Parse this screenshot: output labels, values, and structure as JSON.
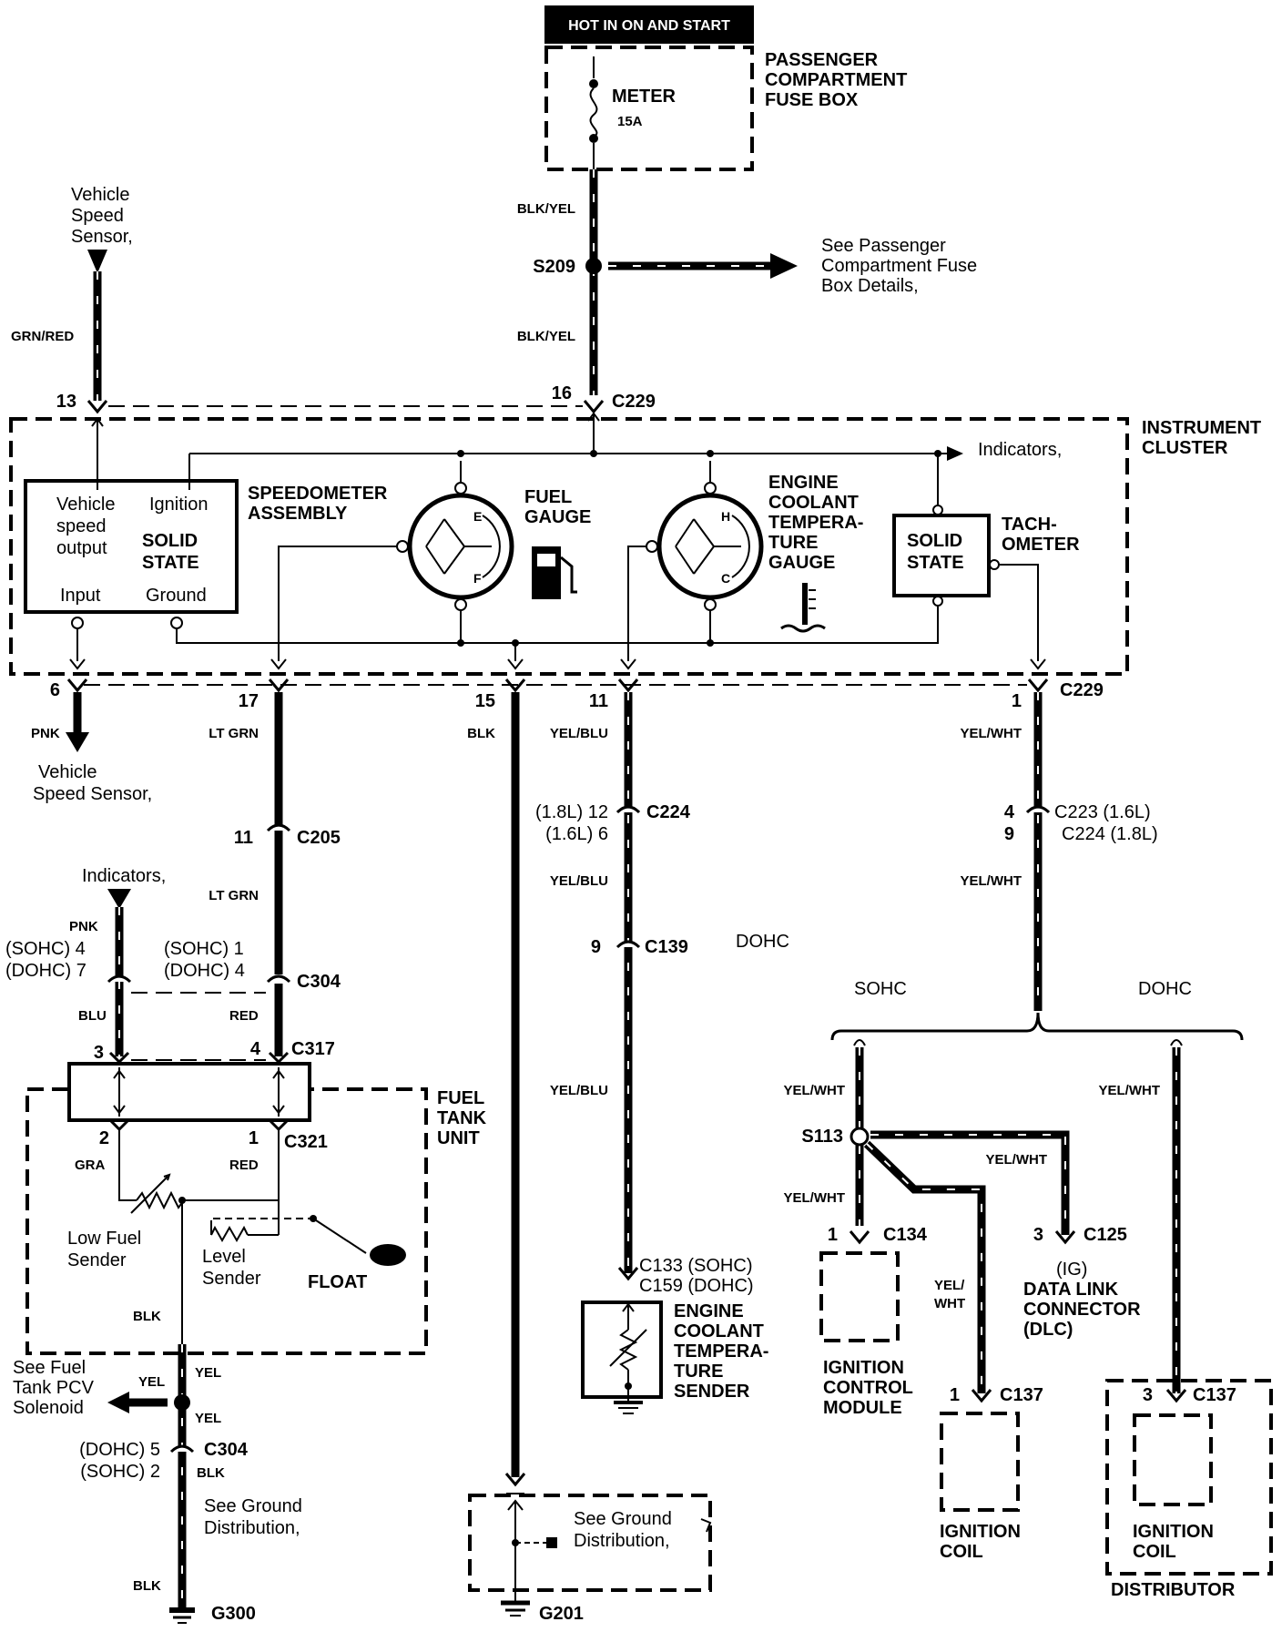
{
  "header": {
    "power_label": "HOT IN ON AND START"
  },
  "fuse_box": {
    "fuse_name": "METER",
    "fuse_rating": "15A",
    "box_label": [
      "PASSENGER",
      "COMPARTMENT",
      "FUSE BOX"
    ]
  },
  "splices": {
    "s209": "S209",
    "s209_note": [
      "See Passenger",
      "Compartment Fuse",
      "Box Details,"
    ],
    "s113": "S113"
  },
  "vss_top": {
    "label": [
      "Vehicle",
      "Speed",
      "Sensor,"
    ],
    "wire": "GRN/RED",
    "pin": "13"
  },
  "top_wires": {
    "blk_yel_1": "BLK/YEL",
    "blk_yel_2": "BLK/YEL",
    "pin16": "16",
    "connector": "C229"
  },
  "instrument_cluster": {
    "label": [
      "INSTRUMENT",
      "CLUSTER"
    ],
    "indicators": "Indicators,",
    "speedometer": {
      "box": [
        "Vehicle",
        "speed",
        "output",
        "Ignition",
        "SOLID",
        "STATE",
        "Input",
        "Ground"
      ],
      "label": [
        "SPEEDOMETER",
        "ASSEMBLY"
      ]
    },
    "fuel_gauge": {
      "label": [
        "FUEL",
        "GAUGE"
      ],
      "e": "E",
      "f": "F"
    },
    "coolant_gauge": {
      "label": [
        "ENGINE",
        "COOLANT",
        "TEMPERA-",
        "TURE",
        "GAUGE"
      ],
      "h": "H",
      "c": "C"
    },
    "tachometer": {
      "box": [
        "SOLID",
        "STATE"
      ],
      "label": [
        "TACH-",
        "OMETER"
      ]
    }
  },
  "bottom_pins": {
    "p6": "6",
    "p17": "17",
    "p15": "15",
    "p11": "11",
    "p1": "1",
    "connector": "C229",
    "pnk": "PNK",
    "lt_grn": "LT GRN",
    "blk": "BLK",
    "yel_blu": "YEL/BLU",
    "yel_wht": "YEL/WHT",
    "vss_label": [
      "Vehicle",
      "Speed Sensor,"
    ]
  },
  "left_branch": {
    "p11": "11",
    "c205": "C205",
    "lt_grn": "LT GRN",
    "indicators": "Indicators,",
    "pnk": "PNK",
    "sohc_dohc_left": [
      "(SOHC)  4",
      "(DOHC)  7"
    ],
    "sohc_dohc_right": [
      "(SOHC) 1",
      "(DOHC) 4"
    ],
    "c304": "C304",
    "blu": "BLU",
    "red": "RED",
    "p3": "3",
    "p4": "4",
    "c317": "C317",
    "p2": "2",
    "p1": "1",
    "c321": "C321",
    "gra": "GRA",
    "red2": "RED",
    "fuel_tank_unit": [
      "FUEL",
      "TANK",
      "UNIT"
    ],
    "low_fuel_sender": [
      "Low Fuel",
      "Sender"
    ],
    "level_sender": [
      "Level",
      "Sender"
    ],
    "float": "FLOAT",
    "blk": "BLK",
    "yel1": "YEL",
    "yel2": "YEL",
    "yel3": "YEL",
    "pcv_note": [
      "See Fuel",
      "Tank PCV",
      "Solenoid"
    ],
    "c304_bottom": [
      "(DOHC) 5",
      "(SOHC) 2"
    ],
    "c304b": "C304",
    "blk2": "BLK",
    "ground_note": [
      "See Ground",
      "Distribution,"
    ],
    "blk3": "BLK",
    "g300": "G300"
  },
  "center_branch": {
    "ground_note": [
      "See Ground",
      "Distribution,"
    ],
    "g201": "G201"
  },
  "coolant_branch": {
    "c224_pins": [
      "(1.8L) 12",
      "(1.6L)  6"
    ],
    "c224": "C224",
    "yel_blu1": "YEL/BLU",
    "p9": "9",
    "c139": "C139",
    "dohc": "DOHC",
    "yel_blu2": "YEL/BLU",
    "sender_conn": [
      "C133 (SOHC)",
      "C159 (DOHC)"
    ],
    "sender_label": [
      "ENGINE",
      "COOLANT",
      "TEMPERA-",
      "TURE",
      "SENDER"
    ]
  },
  "tach_branch": {
    "c223_pins": [
      "4",
      "9"
    ],
    "c223": [
      "C223 (1.6L)",
      "C224 (1.8L)"
    ],
    "yel_wht": "YEL/WHT",
    "sohc": "SOHC",
    "dohc": "DOHC",
    "yel_wht_sohc": "YEL/WHT",
    "yel_wht_dohc": "YEL/WHT",
    "yel_wht_s113": "YEL/WHT",
    "yel_wht_dlc": "YEL/WHT",
    "yel_wht_coil": [
      "YEL/",
      "WHT"
    ],
    "c134_pin": "1",
    "c134": "C134",
    "c125_pin": "3",
    "c125": "C125",
    "dlc_label": [
      "(IG)",
      "DATA LINK",
      "CONNECTOR",
      "(DLC)"
    ],
    "icm_label": [
      "IGNITION",
      "CONTROL",
      "MODULE"
    ],
    "c137_pin_a": "1",
    "c137_a": "C137",
    "c137_pin_b": "3",
    "c137_b": "C137",
    "coil_label": [
      "IGNITION",
      "COIL"
    ],
    "coil_label_b": [
      "IGNITION",
      "COIL"
    ],
    "distributor": "DISTRIBUTOR"
  }
}
